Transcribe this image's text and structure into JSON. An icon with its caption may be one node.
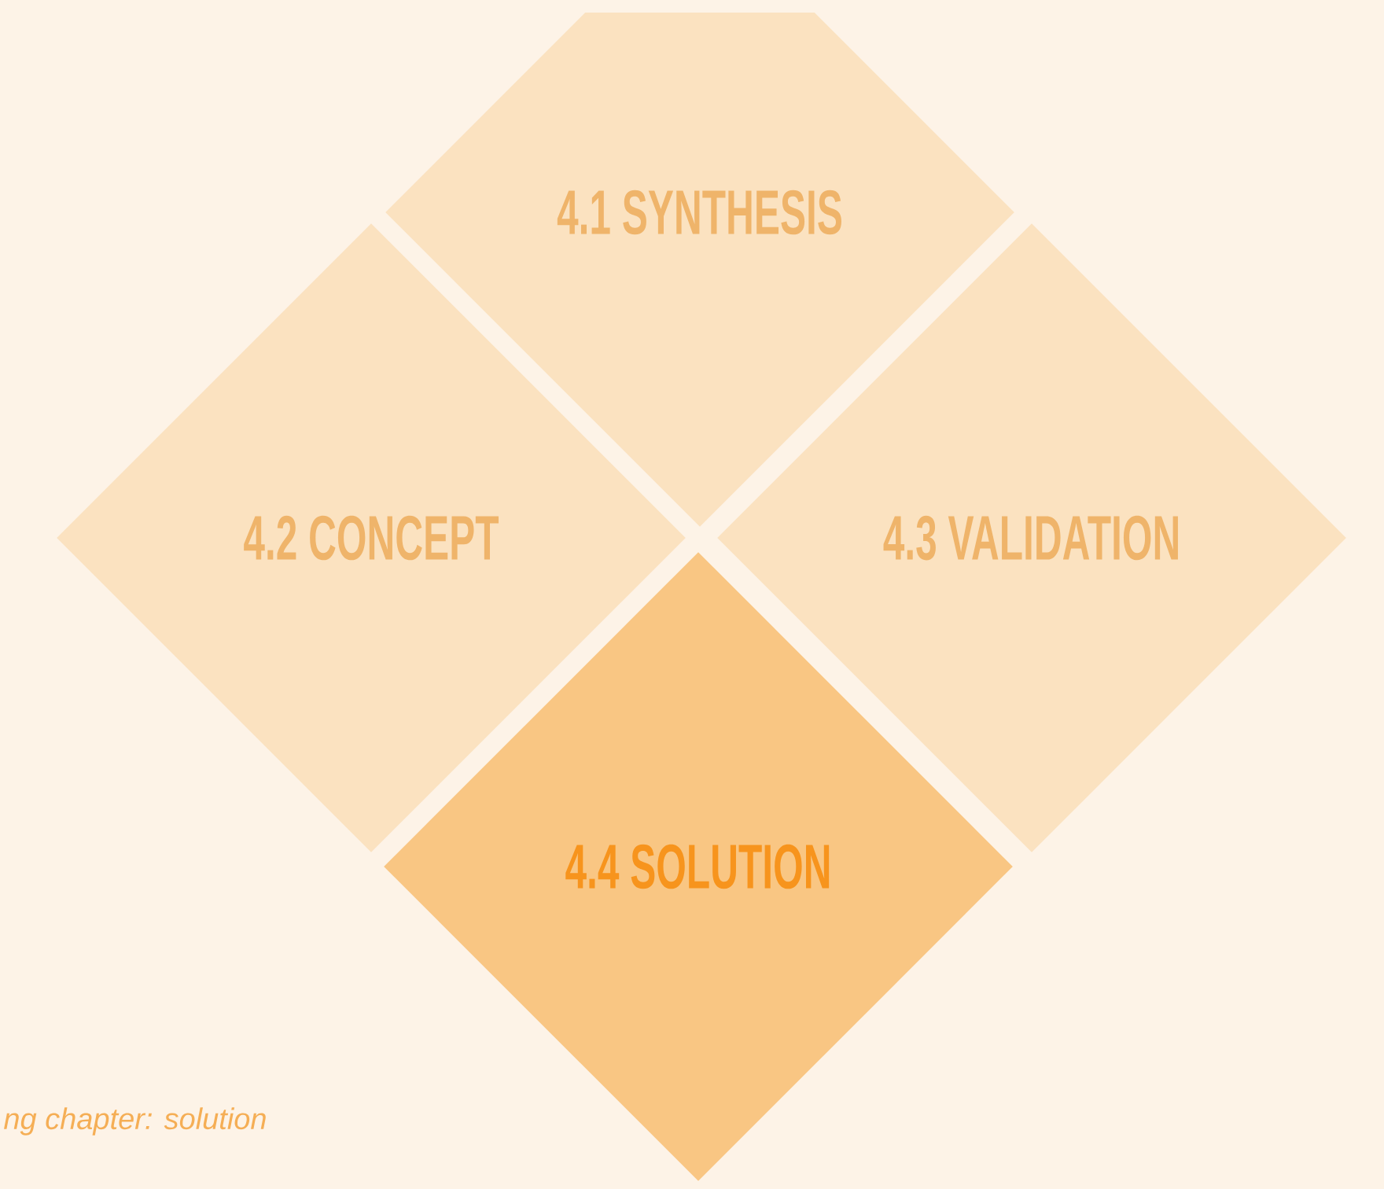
{
  "diagram": {
    "nodes": [
      {
        "text": [
          "4.1 SYNTHESIS"
        ]
      },
      {
        "text": [
          "4.2 CONCEPT"
        ]
      },
      {
        "text": [
          "4.3 VALIDATION"
        ]
      },
      {
        "text": [
          "4.4 SOLUTION"
        ]
      }
    ],
    "labels": [
      "ng chapter: solution"
    ]
  }
}
